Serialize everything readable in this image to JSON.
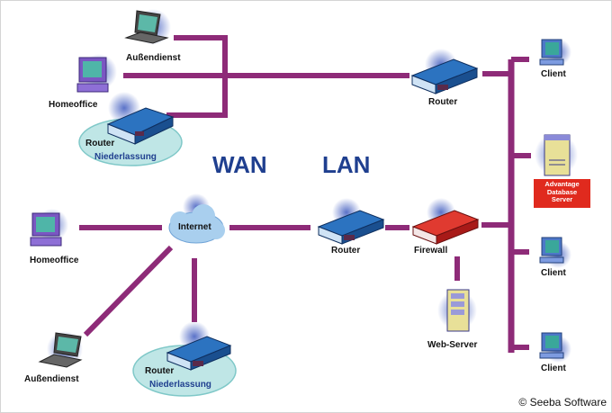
{
  "diagram": {
    "zones": {
      "wan": "WAN",
      "lan": "LAN"
    },
    "wan_top": {
      "field_laptop": "Außendienst",
      "home_office": "Homeoffice",
      "branch_router": {
        "line1": "Router",
        "line2": "Niederlassung"
      }
    },
    "lan": {
      "main_router": "Router",
      "lan_router": "Router",
      "firewall": "Firewall",
      "web_server": "Web-Server",
      "db_server": [
        "Advantage",
        "Database",
        "Server"
      ],
      "clients": [
        "Client",
        "Client",
        "Client"
      ]
    },
    "wan_bottom": {
      "internet": "Internet",
      "home_office": "Homeoffice",
      "field_laptop": "Außendienst",
      "branch_router": {
        "line1": "Router",
        "line2": "Niederlassung"
      }
    },
    "copyright": "© Seeba Software"
  },
  "colors": {
    "link": "#8e2b78",
    "router": "#1e5fa8",
    "firewall": "#d22a22",
    "zone_text": "#1f3f8f",
    "ellipse": "#bfe6e6"
  }
}
